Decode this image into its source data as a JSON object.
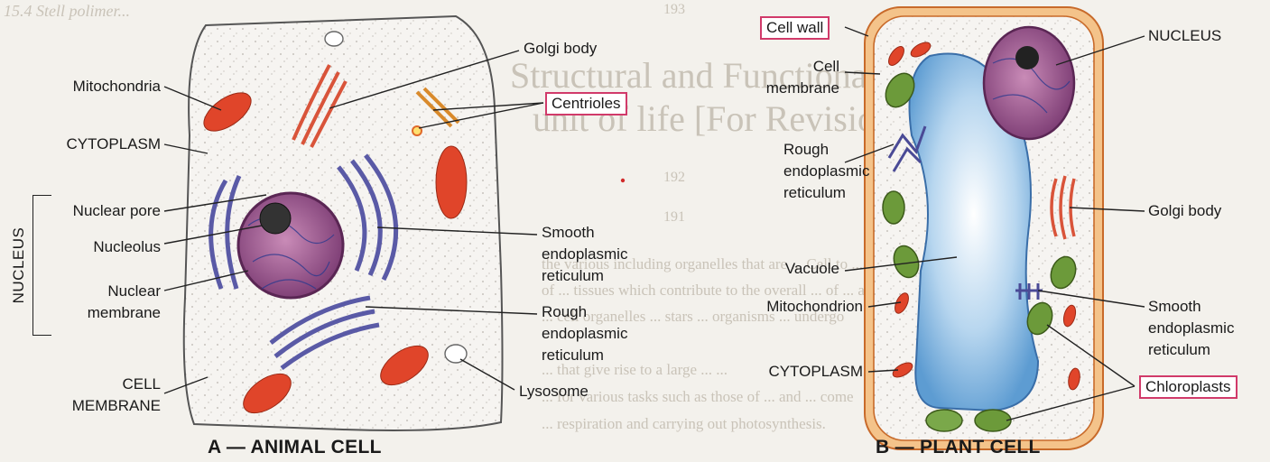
{
  "background": {
    "header_line": "15.4     Stell polimer...",
    "big_lines": [
      "Structural and Functional",
      "unit of life [For Revision Only]"
    ],
    "numbers": [
      "193",
      "192",
      "191"
    ],
    "paragraph": [
      "   the various including organelles that are ... Cell to   ... tissues,",
      "   of ... tissues which contribute to the overall ... of  ... also",
      "   ... cell organelles ... stars ... organisms ... undergo",
      "   ... that give rise to a large ... ...",
      "   ... for various tasks such as those of ... and ... come",
      "   ... respiration and carrying out photosynthesis."
    ]
  },
  "animal": {
    "title": "A — ANIMAL CELL",
    "labels": {
      "mitochondria": "Mitochondria",
      "cytoplasm": "CYTOPLASM",
      "nuclear_pore": "Nuclear pore",
      "nucleolus": "Nucleolus",
      "nuclear_membrane_1": "Nuclear",
      "nuclear_membrane_2": "membrane",
      "cell_membrane_1": "CELL",
      "cell_membrane_2": "MEMBRANE",
      "golgi": "Golgi body",
      "centrioles": "Centrioles",
      "smooth_er_1": "Smooth",
      "smooth_er_2": "endoplasmic",
      "smooth_er_3": "reticulum",
      "rough_er_1": "Rough",
      "rough_er_2": "endoplasmic",
      "rough_er_3": "reticulum",
      "lysosome": "Lysosome"
    },
    "nucleus_side": "NUCLEUS"
  },
  "plant": {
    "title": "B — PLANT CELL",
    "labels": {
      "cell_wall": "Cell wall",
      "cell_membrane_1": "Cell",
      "cell_membrane_2": "membrane",
      "rough_er_1": "Rough",
      "rough_er_2": "endoplasmic",
      "rough_er_3": "reticulum",
      "vacuole": "Vacuole",
      "mitochondrion": "Mitochondrion",
      "cytoplasm": "CYTOPLASM",
      "nucleus": "NUCLEUS",
      "golgi": "Golgi body",
      "smooth_er_1": "Smooth",
      "smooth_er_2": "endoplasmic",
      "smooth_er_3": "reticulum",
      "chloroplasts": "Chloroplasts"
    }
  },
  "colors": {
    "mito": "#e0452a",
    "nucleus": "#7c3a74",
    "er": "#5a5aa6",
    "vacuole": "#6aa8d8",
    "wall": "#e08a3c",
    "chloro": "#6c9a3a",
    "highlight_box": "#d13a6a"
  }
}
